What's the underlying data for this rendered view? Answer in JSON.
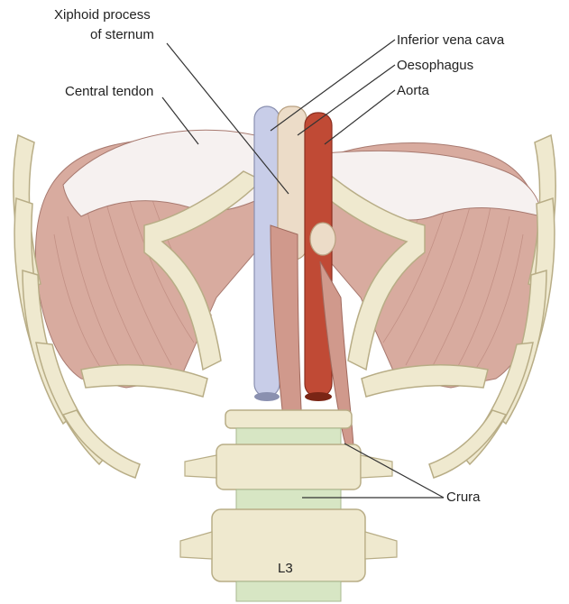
{
  "labels": {
    "xiphoid_line1": "Xiphoid process",
    "xiphoid_line2": "of sternum",
    "central_tendon": "Central tendon",
    "inferior_vena_cava": "Inferior vena cava",
    "oesophagus": "Oesophagus",
    "aorta": "Aorta",
    "crura": "Crura",
    "vertebra": "L3"
  },
  "colors": {
    "bone": "#efe9cf",
    "bone_outline": "#b8ad86",
    "muscle": "#d8ab9f",
    "muscle_dark": "#b9857a",
    "tendon": "#f6f1f0",
    "vena_cava": "#c8cde8",
    "aorta": "#c04a35",
    "oesophagus": "#ecdcc8",
    "disc": "#d7e6c4",
    "leader": "#333333"
  }
}
